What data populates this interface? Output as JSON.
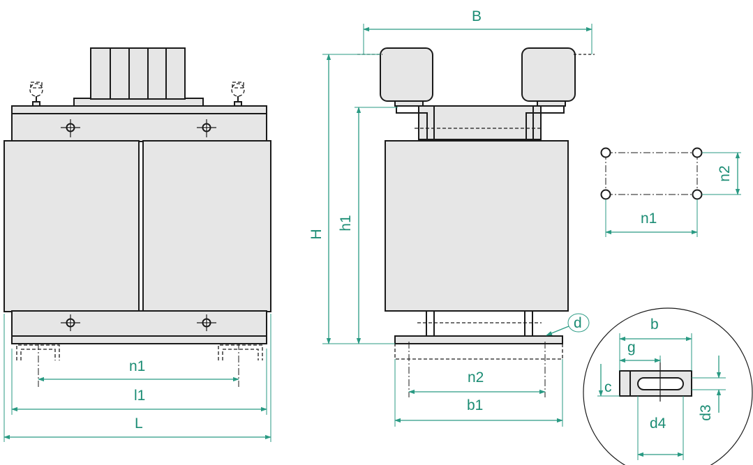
{
  "labels": {
    "B": "B",
    "H": "H",
    "h1": "h1",
    "n1_front": "n1",
    "l1": "l1",
    "L": "L",
    "n2_side": "n2",
    "b1": "b1",
    "n1_pattern": "n1",
    "n2_pattern": "n2",
    "d": "d",
    "b": "b",
    "g": "g",
    "c": "c",
    "d3": "d3",
    "d4": "d4"
  },
  "colors": {
    "dimension": "#2a9a83",
    "outline": "#1a1a1a",
    "fill": "#e6e6e6"
  }
}
